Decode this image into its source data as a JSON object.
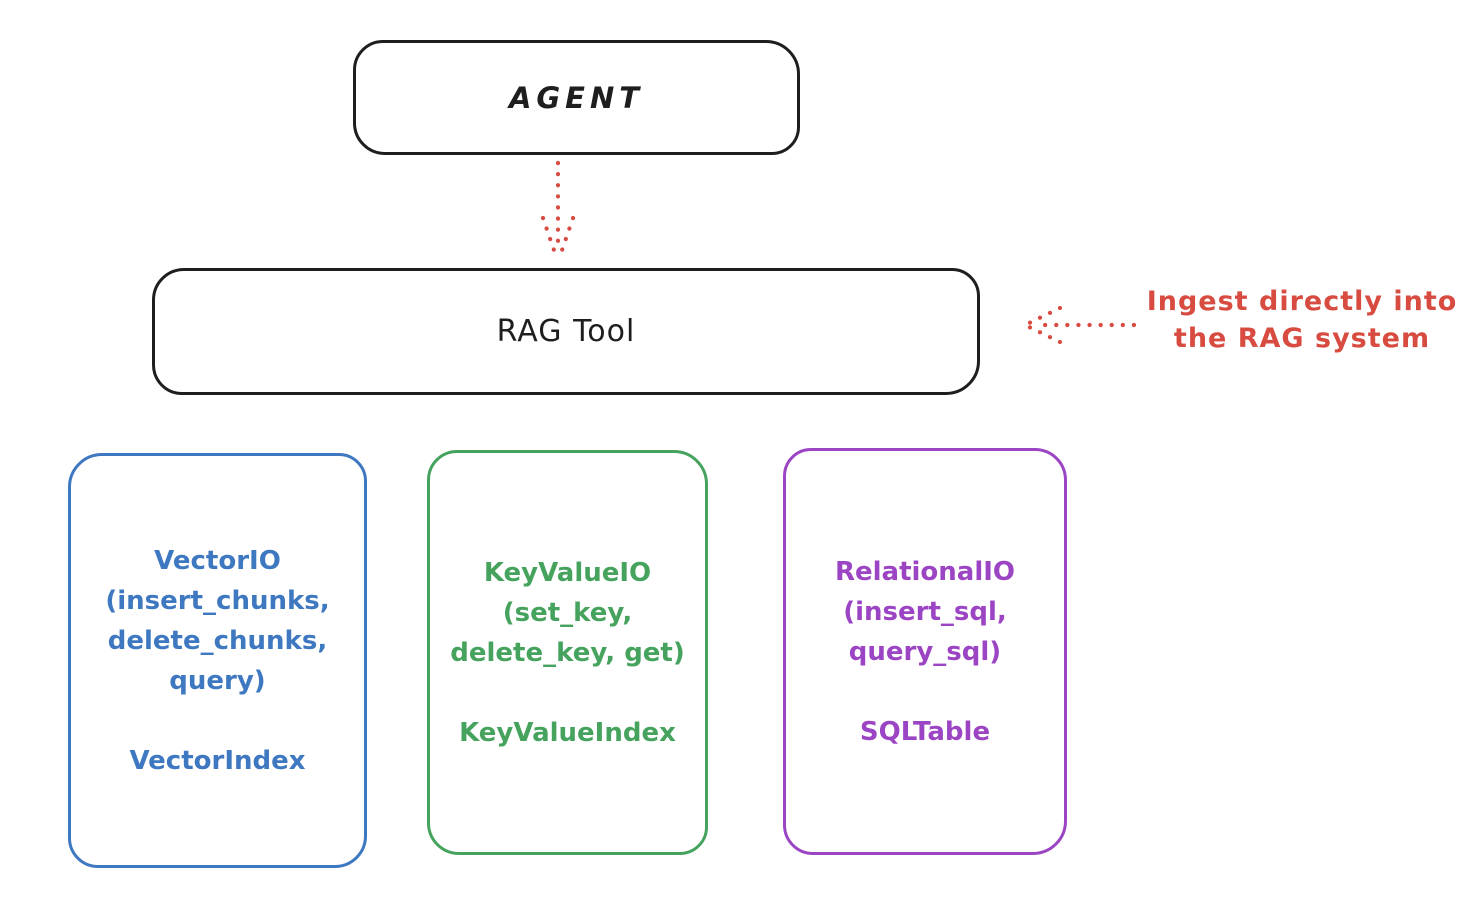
{
  "diagram": {
    "agent": {
      "label": "AGENT"
    },
    "rag_tool": {
      "label": "RAG Tool"
    },
    "annotation": {
      "line1": "Ingest directly into",
      "line2": "the RAG system"
    },
    "backends": [
      {
        "name": "vector-io",
        "color": "#3e78c0",
        "title": "VectorIO",
        "methods": [
          "(insert_chunks,",
          "delete_chunks,",
          "query)"
        ],
        "index": "VectorIndex"
      },
      {
        "name": "keyvalue-io",
        "color": "#46a35e",
        "title": "KeyValueIO",
        "methods": [
          "(set_key,",
          "delete_key, get)"
        ],
        "index": "KeyValueIndex"
      },
      {
        "name": "relational-io",
        "color": "#9b45c4",
        "title": "RelationalIO",
        "methods": [
          "(insert_sql,",
          "query_sql)"
        ],
        "index": "SQLTable"
      }
    ],
    "colors": {
      "ink": "#1e1e1e",
      "accent_red": "#d84b40",
      "blue": "#3e78c0",
      "green": "#46a35e",
      "purple": "#9b45c4"
    }
  }
}
